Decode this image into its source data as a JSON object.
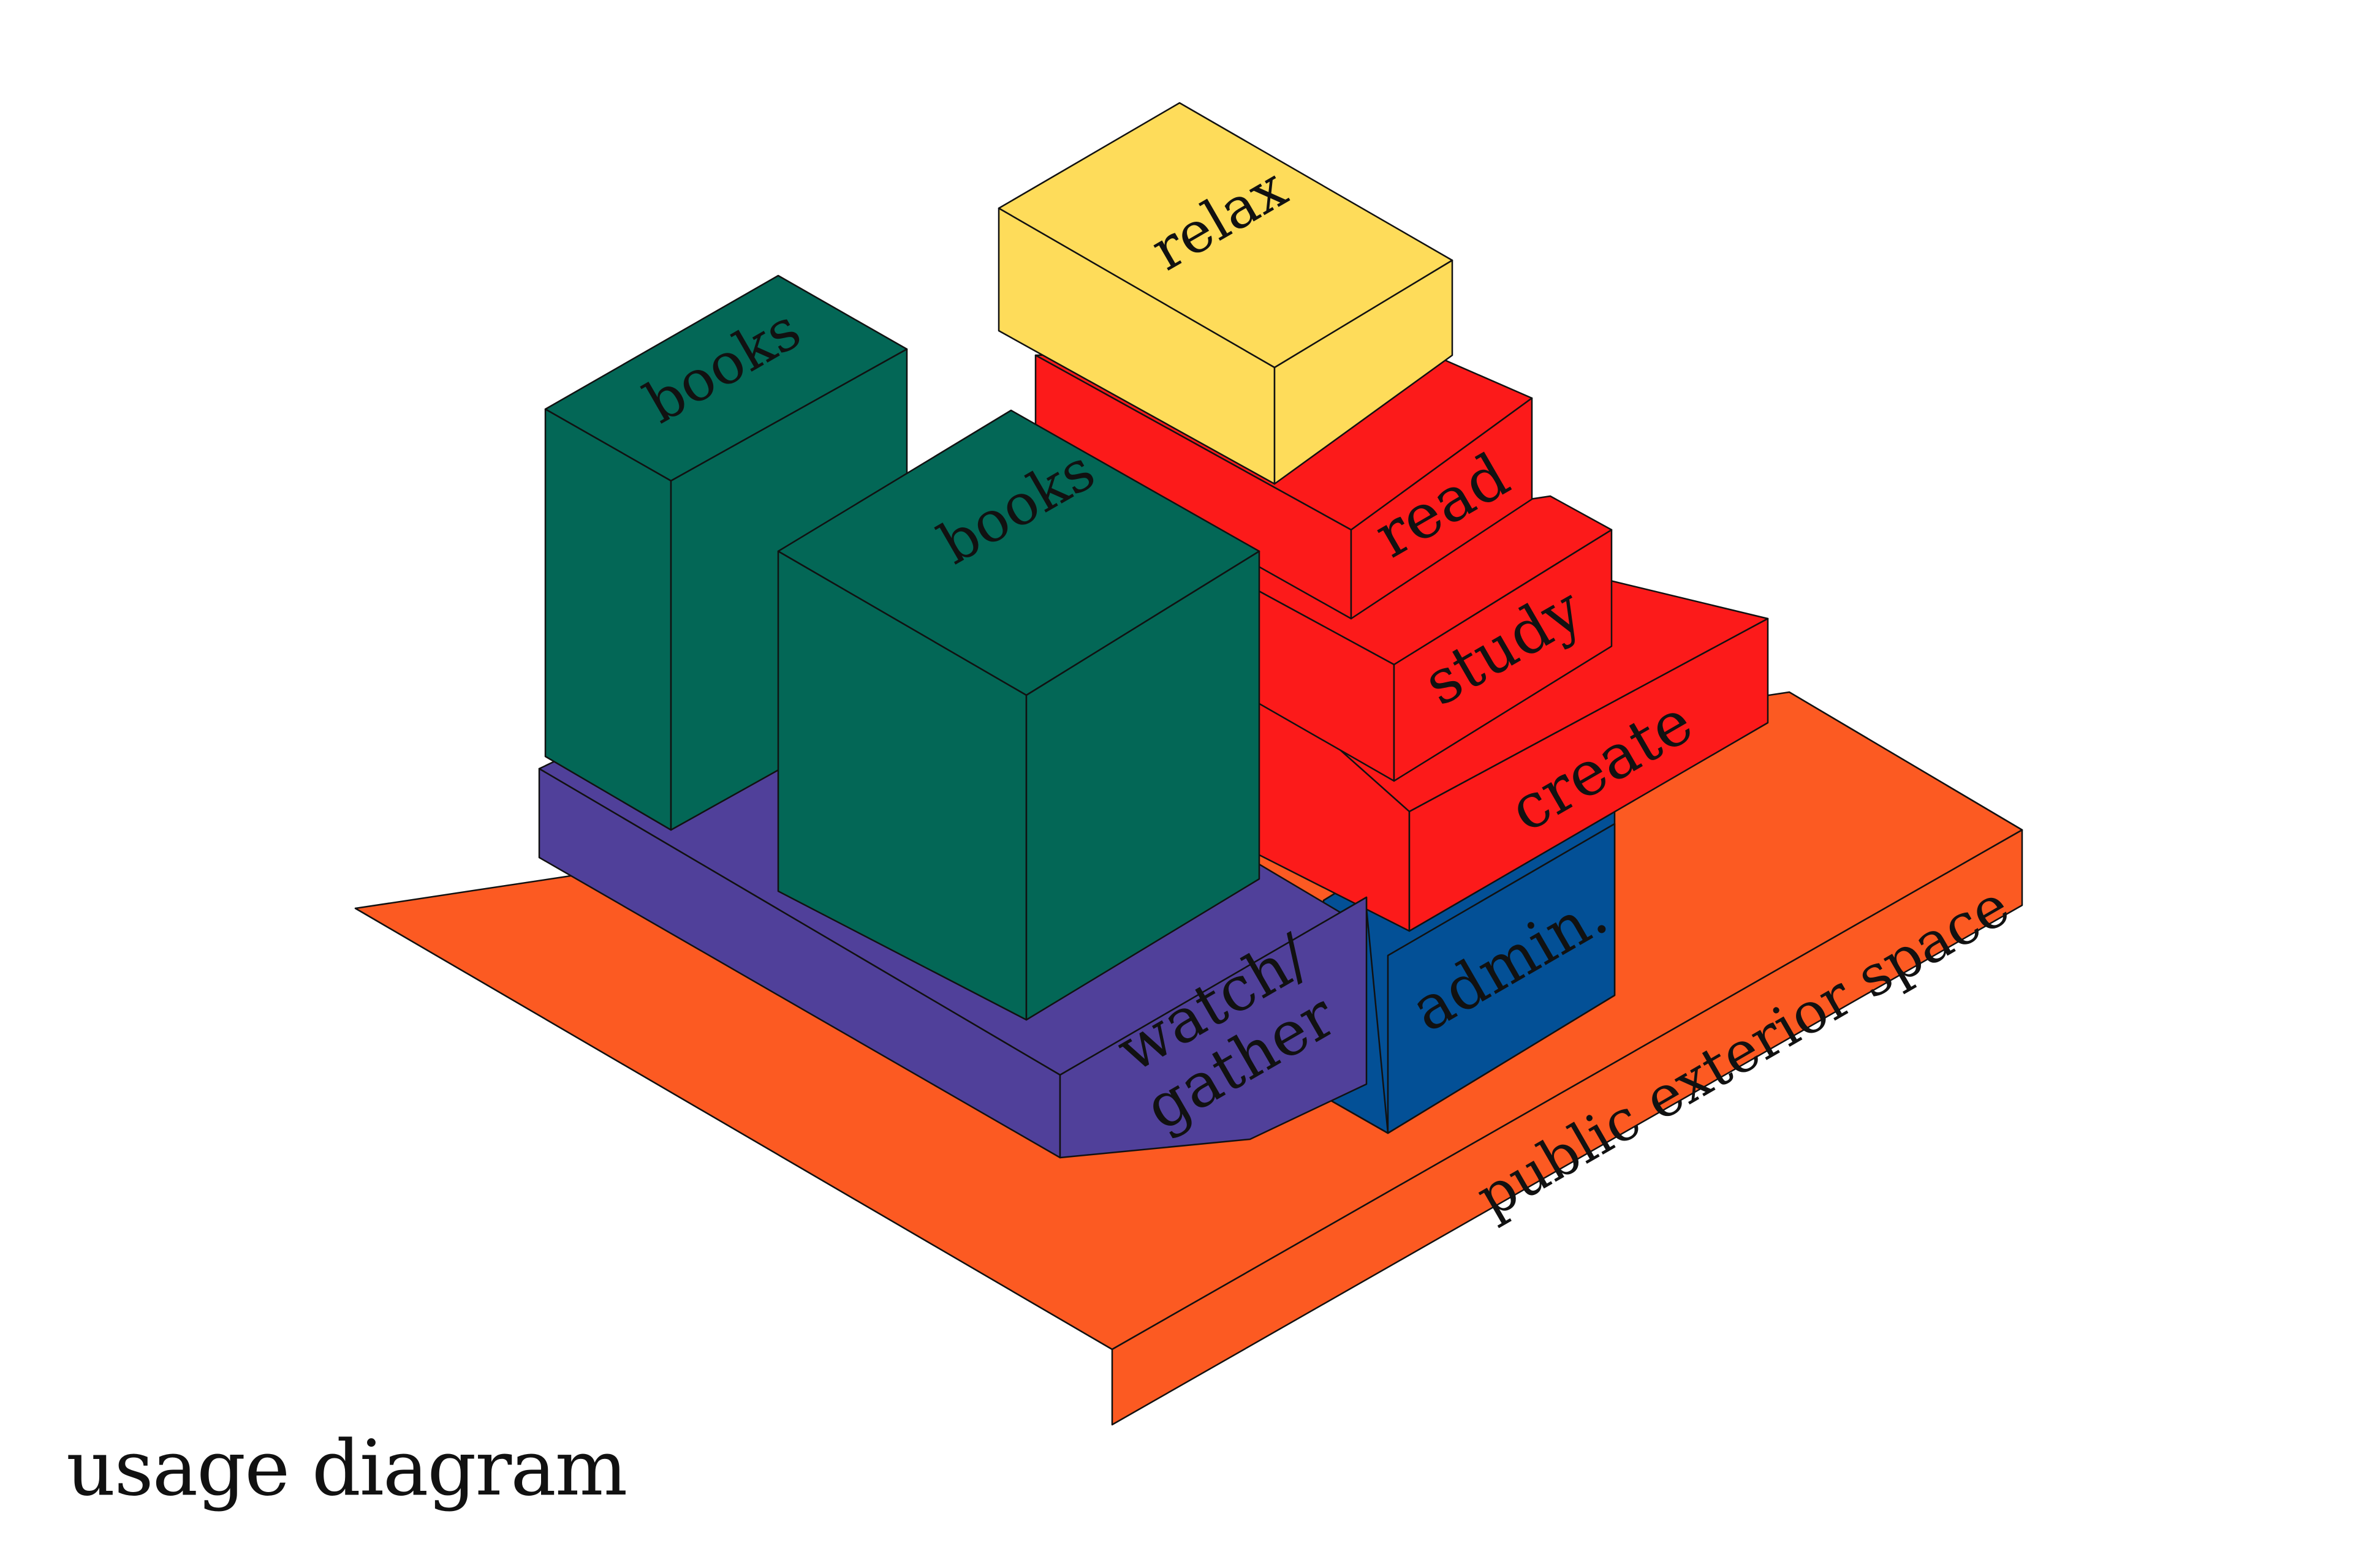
{
  "title": "usage diagram",
  "colors": {
    "exterior": "#fc5a22",
    "watch": "#50409a",
    "books": "#036756",
    "admin": "#035096",
    "red": "#fc1a1a",
    "relax": "#fedc5a",
    "outline": "#111111"
  },
  "zones": {
    "public_exterior": "public exterior space",
    "watch_gather": "watch/\ngather",
    "admin": "admin.",
    "books_back": "books",
    "books_front": "books",
    "create": "create",
    "study": "study",
    "read": "read",
    "relax": "relax"
  }
}
